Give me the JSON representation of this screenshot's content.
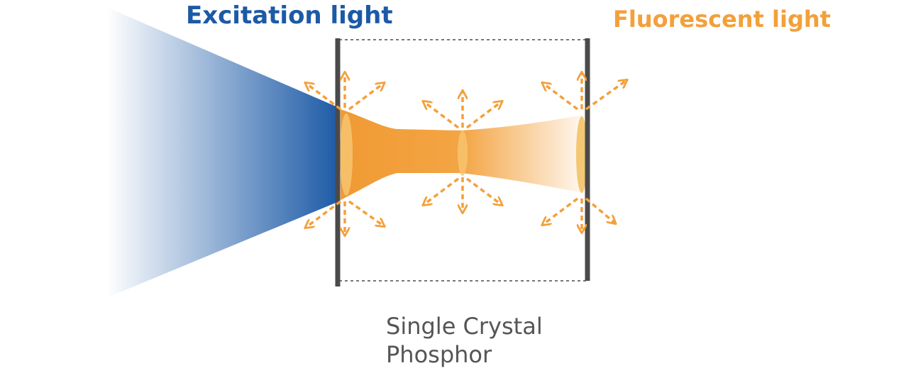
{
  "labels": {
    "excitation": "Excitation light",
    "fluorescent": "Fluorescent light",
    "crystal_line1": "Single Crystal",
    "crystal_line2": "Phosphor"
  },
  "colors": {
    "excitation_blue": "#1c5aa6",
    "fluorescent_orange": "#f3a03a",
    "frame_gray": "#4a4a4a",
    "label_gray": "#555555"
  }
}
